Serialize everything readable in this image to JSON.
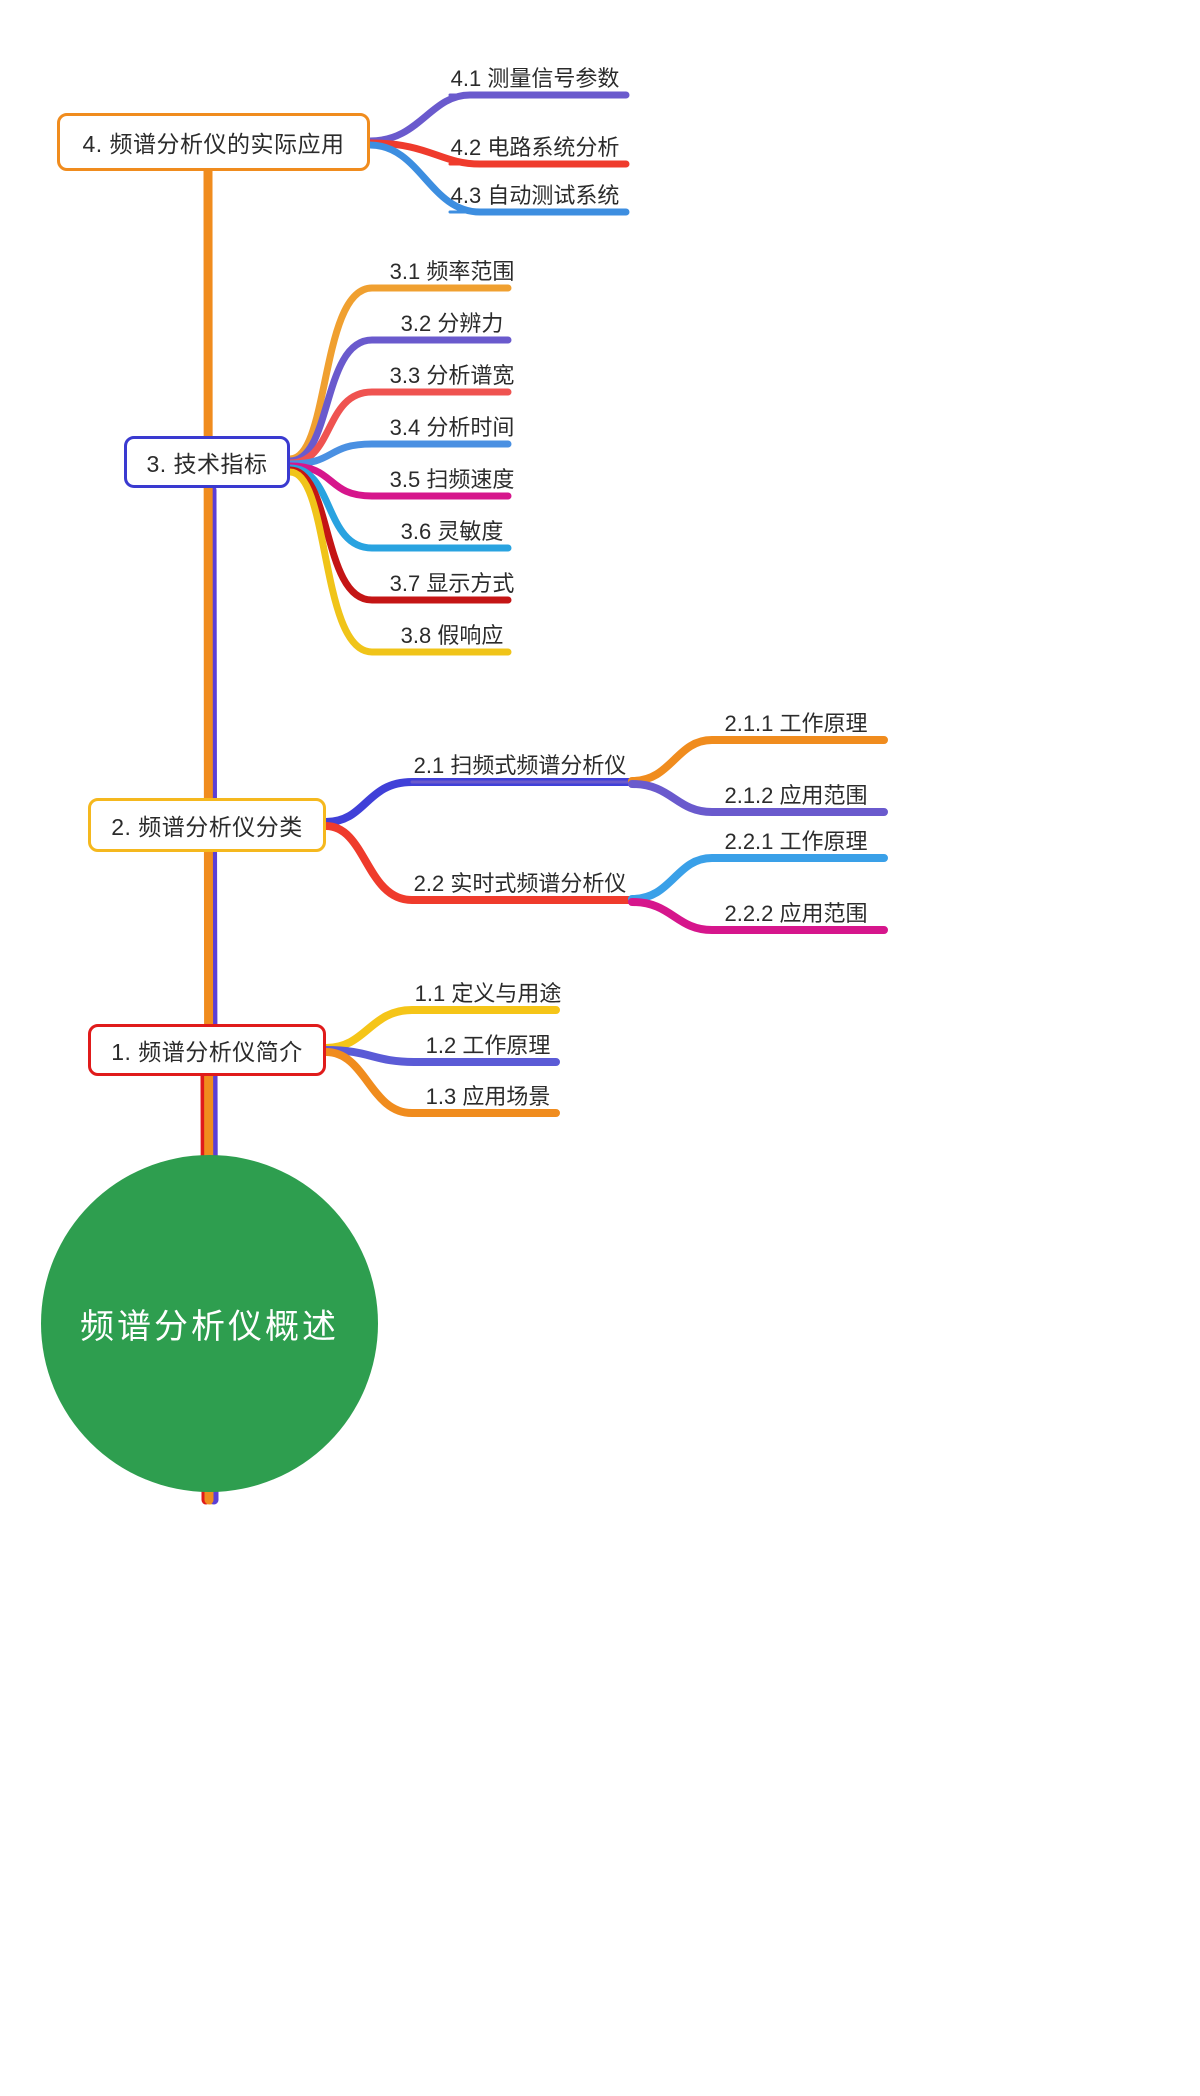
{
  "diagram": {
    "type": "mindmap",
    "title": "频谱分析仪概述",
    "root": {
      "label": "频谱分析仪概述",
      "color": "#2e9e4f",
      "text_color": "#ffffff",
      "shape": "circle"
    },
    "branches": [
      {
        "id": "b1",
        "label": "1. 频谱分析仪简介",
        "border_color": "#e01b1b",
        "children": [
          {
            "label": "1.1 定义与用途",
            "line_color": "#f5c518"
          },
          {
            "label": "1.2 工作原理",
            "line_color": "#5b5bd6"
          },
          {
            "label": "1.3 应用场景",
            "line_color": "#f08c1e"
          }
        ]
      },
      {
        "id": "b2",
        "label": "2. 频谱分析仪分类",
        "border_color": "#f5b81e",
        "children": [
          {
            "label": "2.1 扫频式频谱分析仪",
            "line_color": "#4040d8",
            "children": [
              {
                "label": "2.1.1 工作原理",
                "line_color": "#f08c1e"
              },
              {
                "label": "2.1.2 应用范围",
                "line_color": "#6a5acd"
              }
            ]
          },
          {
            "label": "2.2 实时式频谱分析仪",
            "line_color": "#ef3b2c",
            "children": [
              {
                "label": "2.2.1 工作原理",
                "line_color": "#3aa0e8"
              },
              {
                "label": "2.2.2 应用范围",
                "line_color": "#d6168c"
              }
            ]
          }
        ]
      },
      {
        "id": "b3",
        "label": "3. 技术指标",
        "border_color": "#3a3ad0",
        "children": [
          {
            "label": "3.1 频率范围",
            "line_color": "#f0a030"
          },
          {
            "label": "3.2 分辨力",
            "line_color": "#6a5acd"
          },
          {
            "label": "3.3 分析谱宽",
            "line_color": "#ef5350"
          },
          {
            "label": "3.4 分析时间",
            "line_color": "#4a90e2"
          },
          {
            "label": "3.5 扫频速度",
            "line_color": "#d6168c"
          },
          {
            "label": "3.6 灵敏度",
            "line_color": "#29a3e0"
          },
          {
            "label": "3.7 显示方式",
            "line_color": "#c41515"
          },
          {
            "label": "3.8 假响应",
            "line_color": "#f0c419"
          }
        ]
      },
      {
        "id": "b4",
        "label": "4. 频谱分析仪的实际应用",
        "border_color": "#f08c1e",
        "children": [
          {
            "label": "4.1 测量信号参数",
            "line_color": "#6a5acd"
          },
          {
            "label": "4.2 电路系统分析",
            "line_color": "#ef5350"
          },
          {
            "label": "4.3 自动测试系统",
            "line_color": "#3d8ee0"
          }
        ]
      }
    ],
    "trunk_colors": [
      "#e01b1b",
      "#f5b81e",
      "#5b3fd6",
      "#f08c1e"
    ]
  }
}
